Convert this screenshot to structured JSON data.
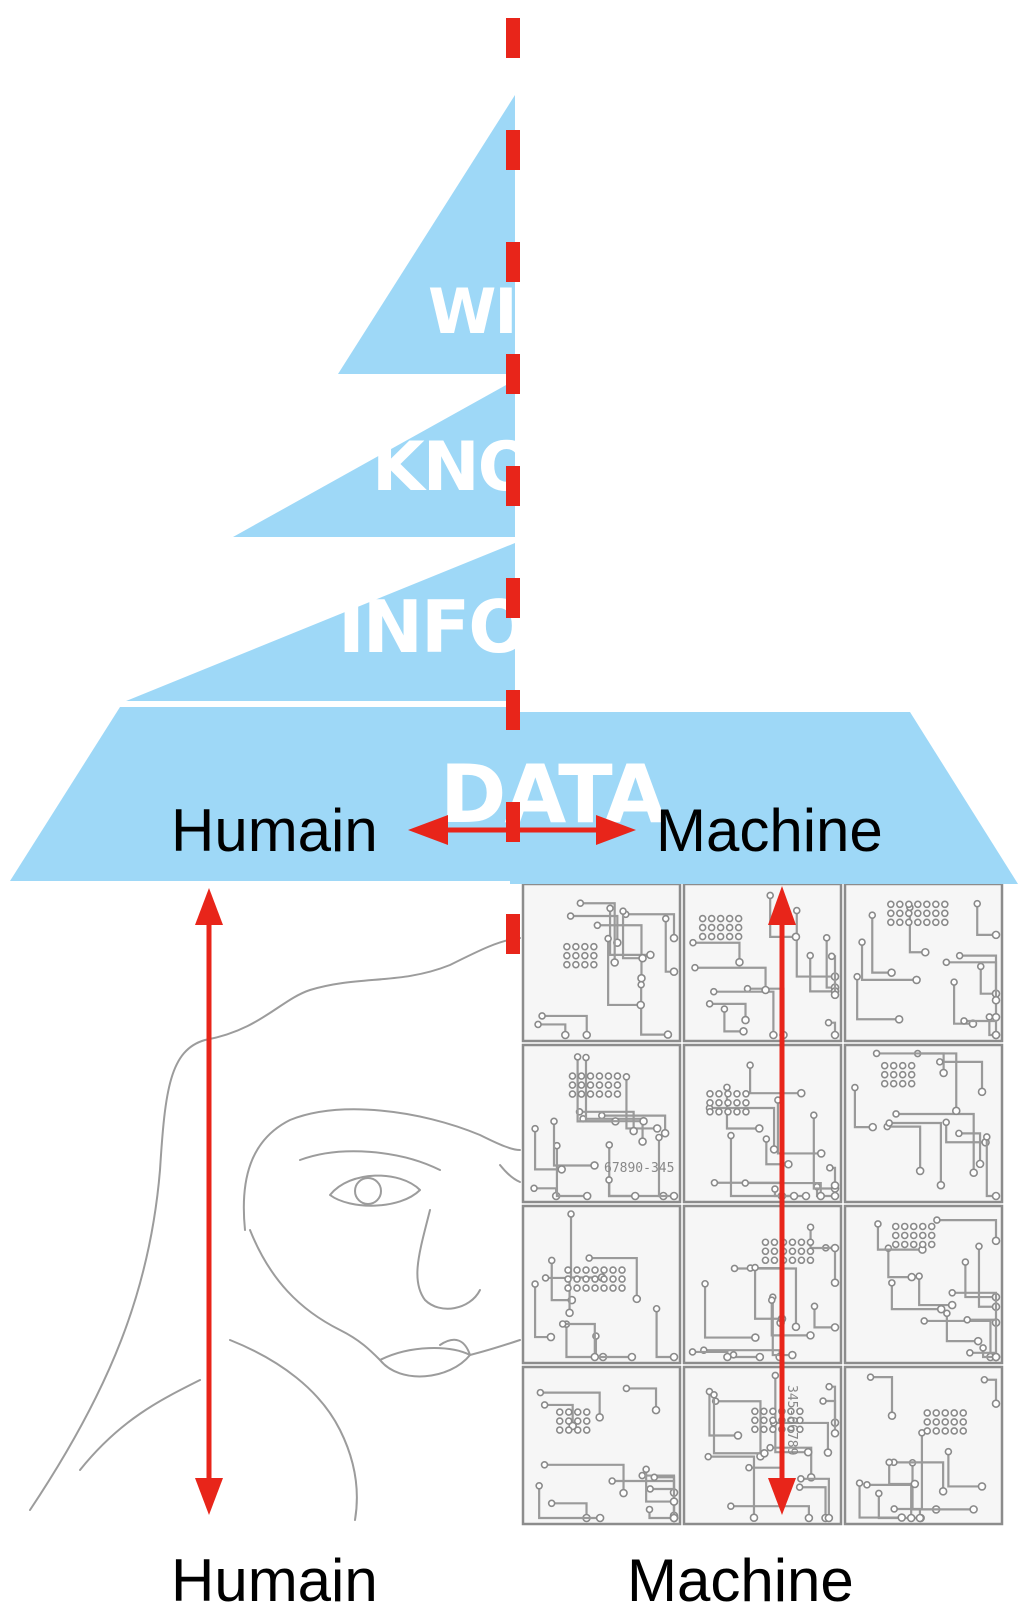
{
  "pyramid": {
    "levels": [
      {
        "id": "wisdom",
        "label": "WISDOM"
      },
      {
        "id": "knowledge",
        "label": "KNOWLEDGE"
      },
      {
        "id": "information",
        "label": "INFORMATION"
      },
      {
        "id": "data",
        "label": "DATA"
      }
    ],
    "fill_color": "#9ed8f7"
  },
  "labels": {
    "pyramid_left": "Humain",
    "pyramid_right": "Machine",
    "bottom_left": "Humain",
    "bottom_right": "Machine"
  },
  "circuit_text": {
    "tile_code_a": "67890-345",
    "tile_code_b": "345-06789"
  },
  "colors": {
    "arrow": "#e8251a",
    "divider": "#e8251a",
    "pyramid": "#9ed8f7",
    "circuit_lines": "#9a9a9a",
    "face_lines": "#9c9c9c"
  }
}
